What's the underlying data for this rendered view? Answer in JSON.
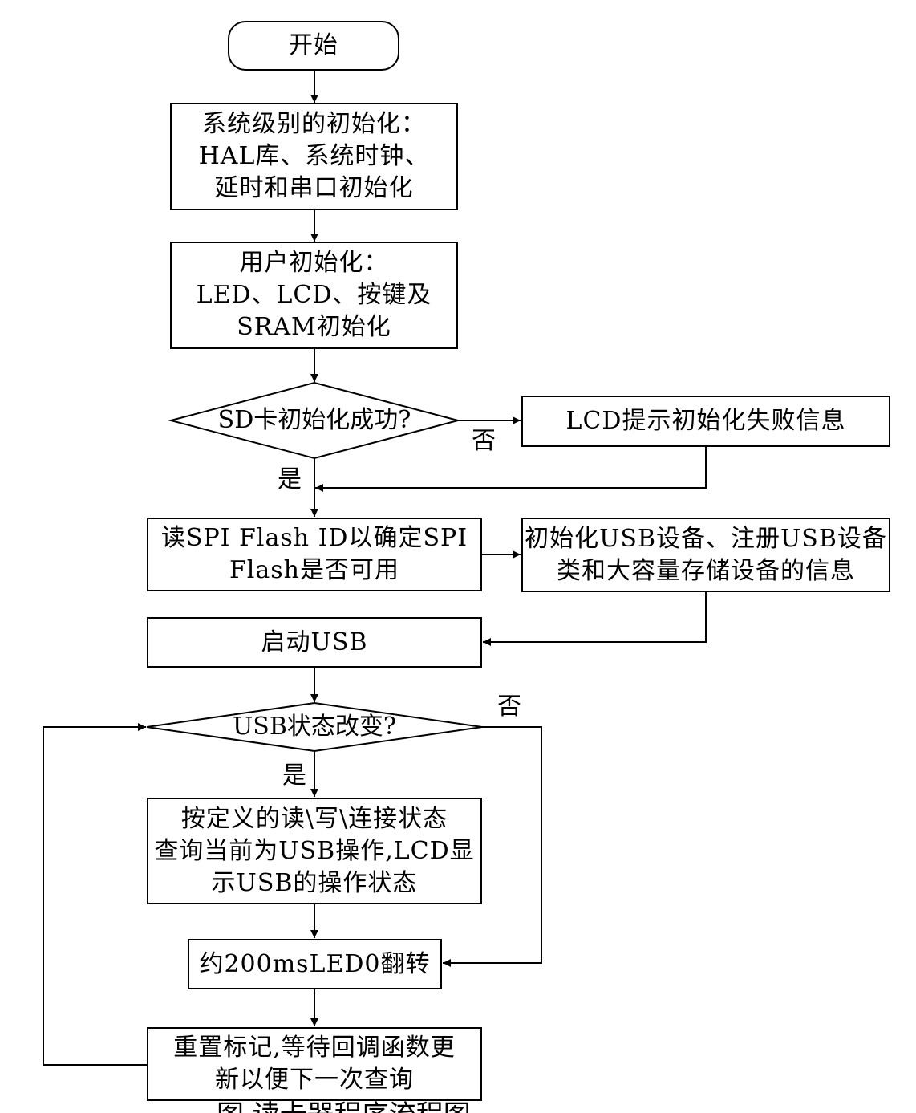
{
  "nodes": {
    "start": "开始",
    "sys_init": "系统级别的初始化：\nHAL库、系统时钟、\n延时和串口初始化",
    "user_init": "用户初始化：\nLED、LCD、按键及\nSRAM初始化",
    "sd_check": "SD卡初始化成功?",
    "lcd_fail": "LCD提示初始化失败信息",
    "read_flash": "读SPI Flash ID以确定SPI\nFlash是否可用",
    "usb_init": "初始化USB设备、注册USB设备\n类和大容量存储设备的信息",
    "start_usb": "启动USB",
    "usb_changed": "USB状态改变?",
    "query_state": "按定义的读\\写\\连接状态\n查询当前为USB操作,LCD显\n示USB的操作状态",
    "led_toggle": "约200msLED0翻转",
    "reset_flag": "重置标记,等待回调函数更\n新以便下一次查询"
  },
  "labels": {
    "no1": "否",
    "yes1": "是",
    "no2": "否",
    "yes2": "是"
  },
  "caption": "图  读卡器程序流程图"
}
